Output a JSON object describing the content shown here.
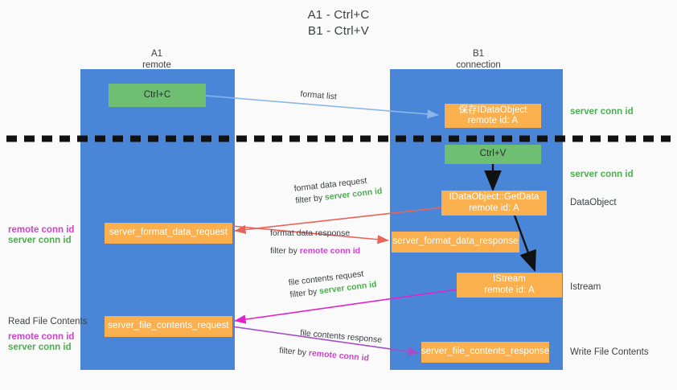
{
  "title": {
    "line1": "A1 - Ctrl+C",
    "line2": "B1 - Ctrl+V"
  },
  "columns": [
    {
      "id": "a1",
      "name": "A1",
      "role": "remote"
    },
    {
      "id": "b1",
      "name": "B1",
      "role": "connection"
    }
  ],
  "boxes": {
    "ctrl_c": "Ctrl+C",
    "ctrl_v": "Ctrl+V",
    "save_idataobject_l1": "保存IDataObject",
    "save_idataobject_l2": "remote id: A",
    "getdata_l1": "IDataObject::GetData",
    "getdata_l2": "remote id: A",
    "istream_l1": "IStream",
    "istream_l2": "remote id: A",
    "server_format_data_request": "server_format_data_request",
    "server_format_data_response": "server_format_data_response",
    "server_file_contents_request": "server_file_contents_request",
    "server_file_contents_response": "server_file_contents_response"
  },
  "right_labels": {
    "server_conn_id_top": "server conn id",
    "server_conn_id_mid": "server conn id",
    "dataobject": "DataObject",
    "istream": "Istream",
    "write_file_contents": "Write File Contents"
  },
  "left_labels": {
    "remote_conn_id_1": "remote conn id",
    "server_conn_id_1": "server conn id",
    "read_file_contents": "Read File Contents",
    "remote_conn_id_2": "remote conn id",
    "server_conn_id_2": "server conn id"
  },
  "edges": {
    "format_list": "format list",
    "format_data_request": "format data request",
    "format_data_request_filter_prefix": "filter by ",
    "format_data_request_filter_token": "server conn id",
    "format_data_response": "format data response",
    "format_data_response_filter_prefix": "filter by ",
    "format_data_response_filter_token": "remote conn id",
    "file_contents_request": "file contents request",
    "file_contents_request_filter_prefix": "filter by ",
    "file_contents_request_filter_token": "server conn id",
    "file_contents_response": "file contents response",
    "file_contents_response_filter_prefix": "filter by ",
    "file_contents_response_filter_token": "remote conn id"
  },
  "colors": {
    "lane": "#4a86d8",
    "box_orange": "#fbb04f",
    "box_green": "#6fbf73",
    "arrow_lightblue": "#8ab6e8",
    "arrow_red": "#e8635a",
    "arrow_magenta": "#e024c8",
    "arrow_purple": "#a24fc8",
    "arrow_black": "#111111",
    "token_green": "#4cae50",
    "token_magenta": "#cc44cc",
    "background": "#fafafa"
  }
}
